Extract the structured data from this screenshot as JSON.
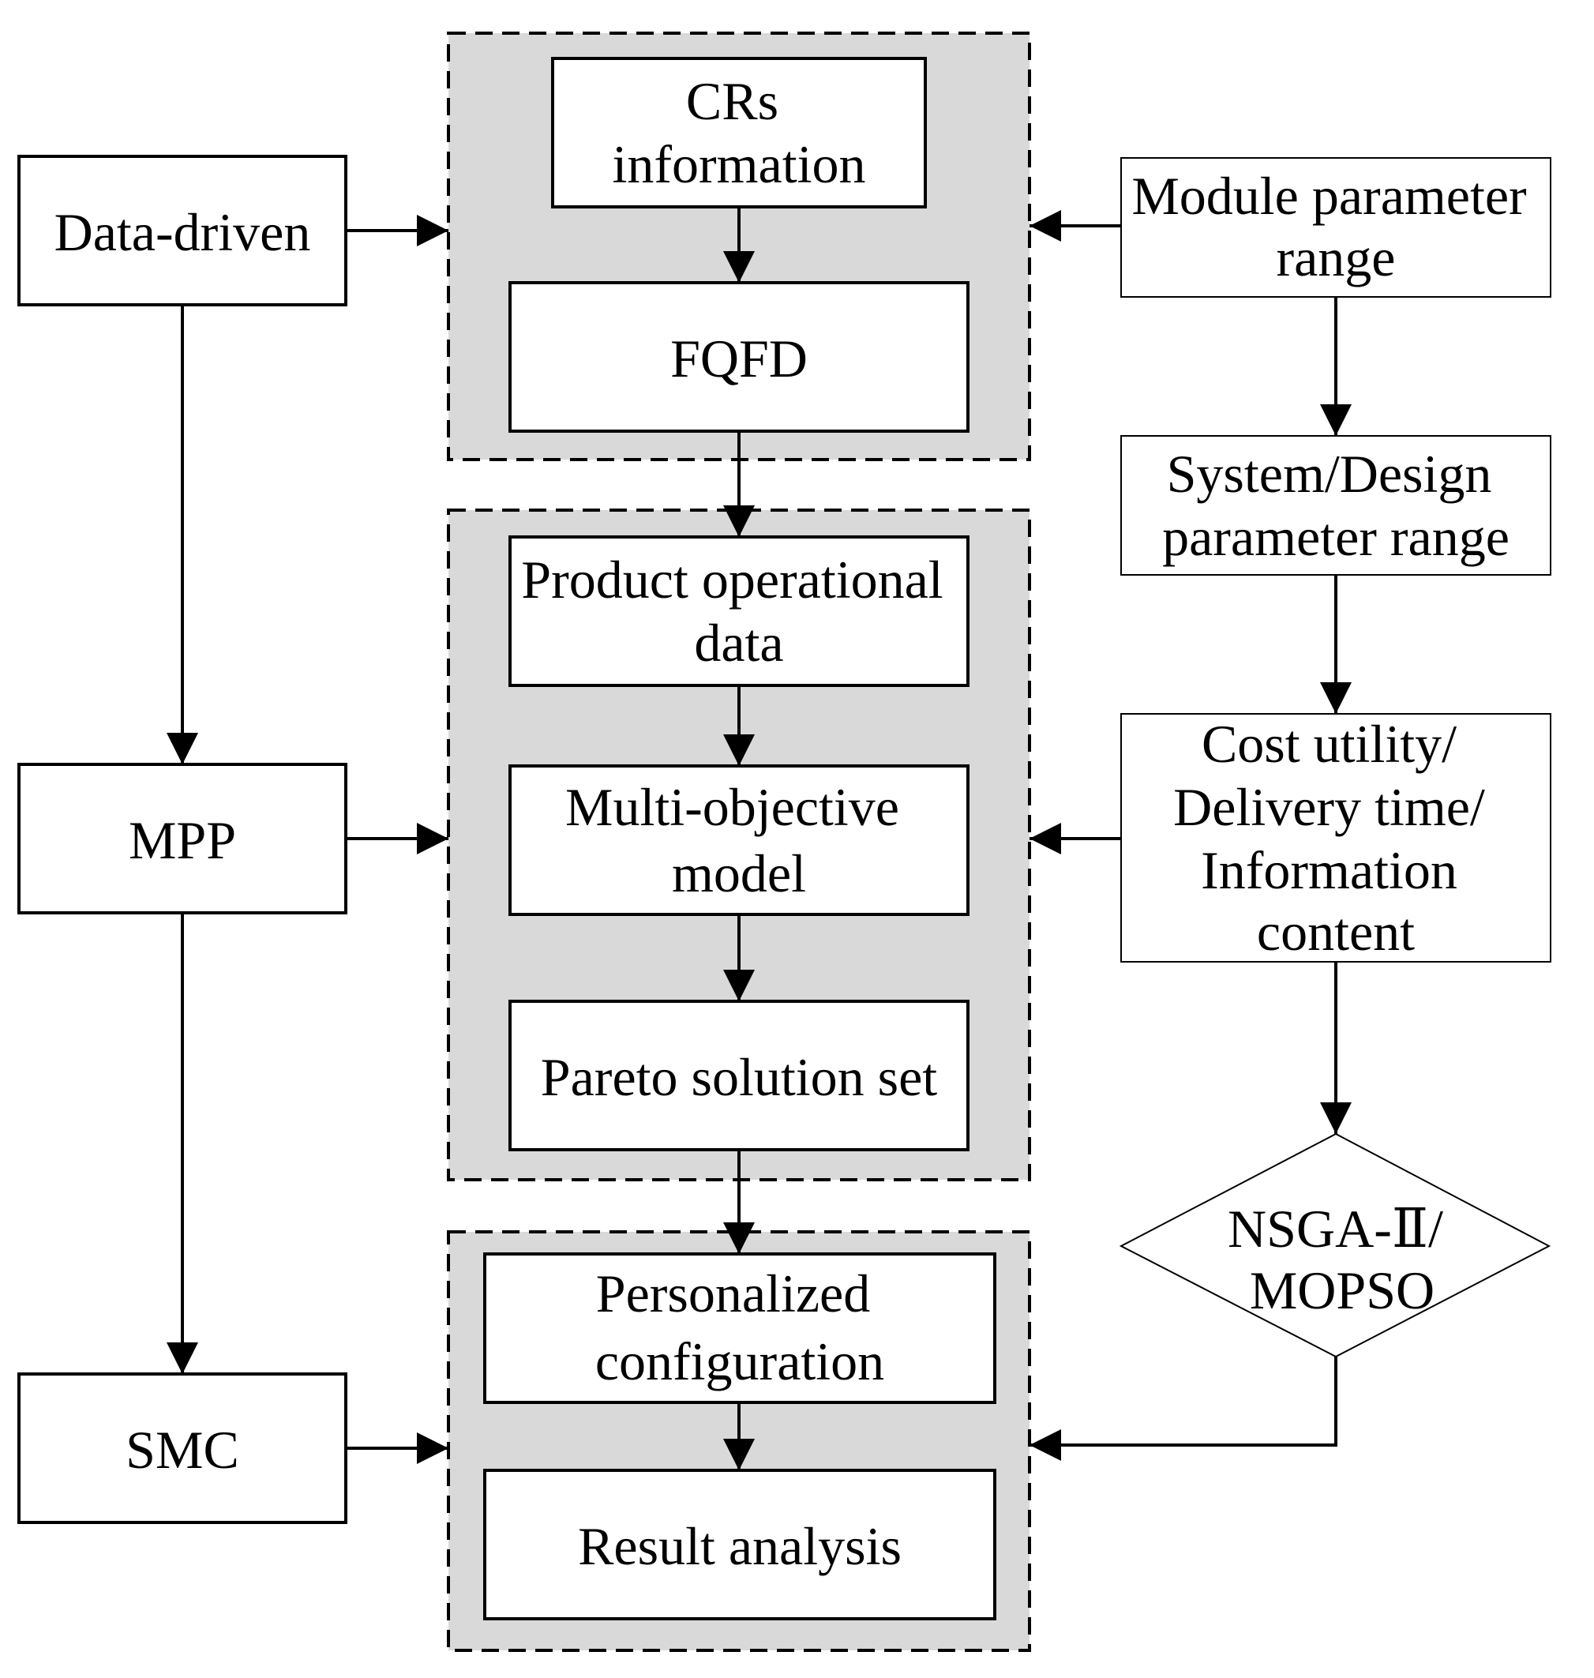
{
  "nodes": {
    "crs_information": [
      "CRs",
      "information"
    ],
    "fqfd": [
      "FQFD"
    ],
    "data_driven": [
      "Data-driven"
    ],
    "module_parameter_range": [
      "Module parameter",
      "range"
    ],
    "system_design_parameter_range": [
      "System/Design",
      "parameter range"
    ],
    "product_operational_data": [
      "Product operational",
      "data"
    ],
    "multi_objective_model": [
      "Multi-objective",
      "model"
    ],
    "pareto_solution_set": [
      "Pareto solution set"
    ],
    "mpp": [
      "MPP"
    ],
    "cost_utility": [
      "Cost utility/",
      "Delivery time/",
      "Information",
      "content"
    ],
    "nsga_mopso": [
      "NSGA-Ⅱ/",
      "MOPSO"
    ],
    "personalized_configuration": [
      "Personalized",
      "configuration"
    ],
    "result_analysis": [
      "Result analysis"
    ],
    "smc": [
      "SMC"
    ]
  },
  "colors": {
    "group_fill": "#d9d9d9",
    "box_fill": "#ffffff",
    "stroke": "#000000"
  }
}
